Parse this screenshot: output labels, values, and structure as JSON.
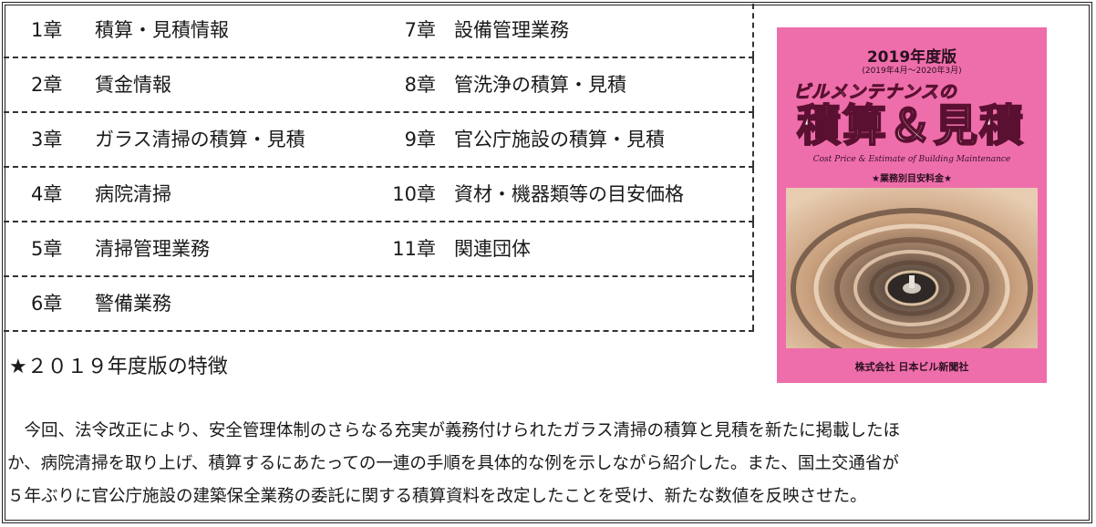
{
  "toc": {
    "rows": [
      {
        "left": {
          "num": "1章",
          "title": "積算・見積情報"
        },
        "right": {
          "num": "7章",
          "title": "設備管理業務"
        }
      },
      {
        "left": {
          "num": "2章",
          "title": "賃金情報"
        },
        "right": {
          "num": "8章",
          "title": "管洗浄の積算・見積"
        }
      },
      {
        "left": {
          "num": "3章",
          "title": "ガラス清掃の積算・見積"
        },
        "right": {
          "num": "9章",
          "title": "官公庁施設の積算・見積"
        }
      },
      {
        "left": {
          "num": "4章",
          "title": "病院清掃"
        },
        "right": {
          "num": "10章",
          "title": "資材・機器類等の目安価格"
        }
      },
      {
        "left": {
          "num": "5章",
          "title": "清掃管理業務"
        },
        "right": {
          "num": "11章",
          "title": "関連団体"
        }
      },
      {
        "left": {
          "num": "6章",
          "title": "警備業務"
        },
        "right": {
          "num": "",
          "title": ""
        }
      }
    ]
  },
  "feature": {
    "heading": "★２０１９年度版の特徴",
    "lines": [
      "　今回、法令改正により、安全管理体制のさらなる充実が義務付けられたガラス清掃の積算と見積を新たに掲載したほ",
      "か、病院清掃を取り上げ、積算するにあたっての一連の手順を具体的な例を示しながら紹介した。また、国土交通省が",
      "５年ぶりに官公庁施設の建築保全業務の委託に関する積算資料を改定したことを受け、新たな数値を反映させた。"
    ]
  },
  "book": {
    "year": "2019年度版",
    "period": "(2019年4月～2020年3月)",
    "subtitle": "ビルメンテナンスの",
    "main_title": "積算＆見積",
    "english_title": "Cost Price & Estimate of Building Maintenance",
    "note": "★業務別目安料金★",
    "publisher": "株式会社 日本ビル新聞社",
    "colors": {
      "cover": "#ee6eab",
      "title_outline": "#5a1030"
    }
  }
}
